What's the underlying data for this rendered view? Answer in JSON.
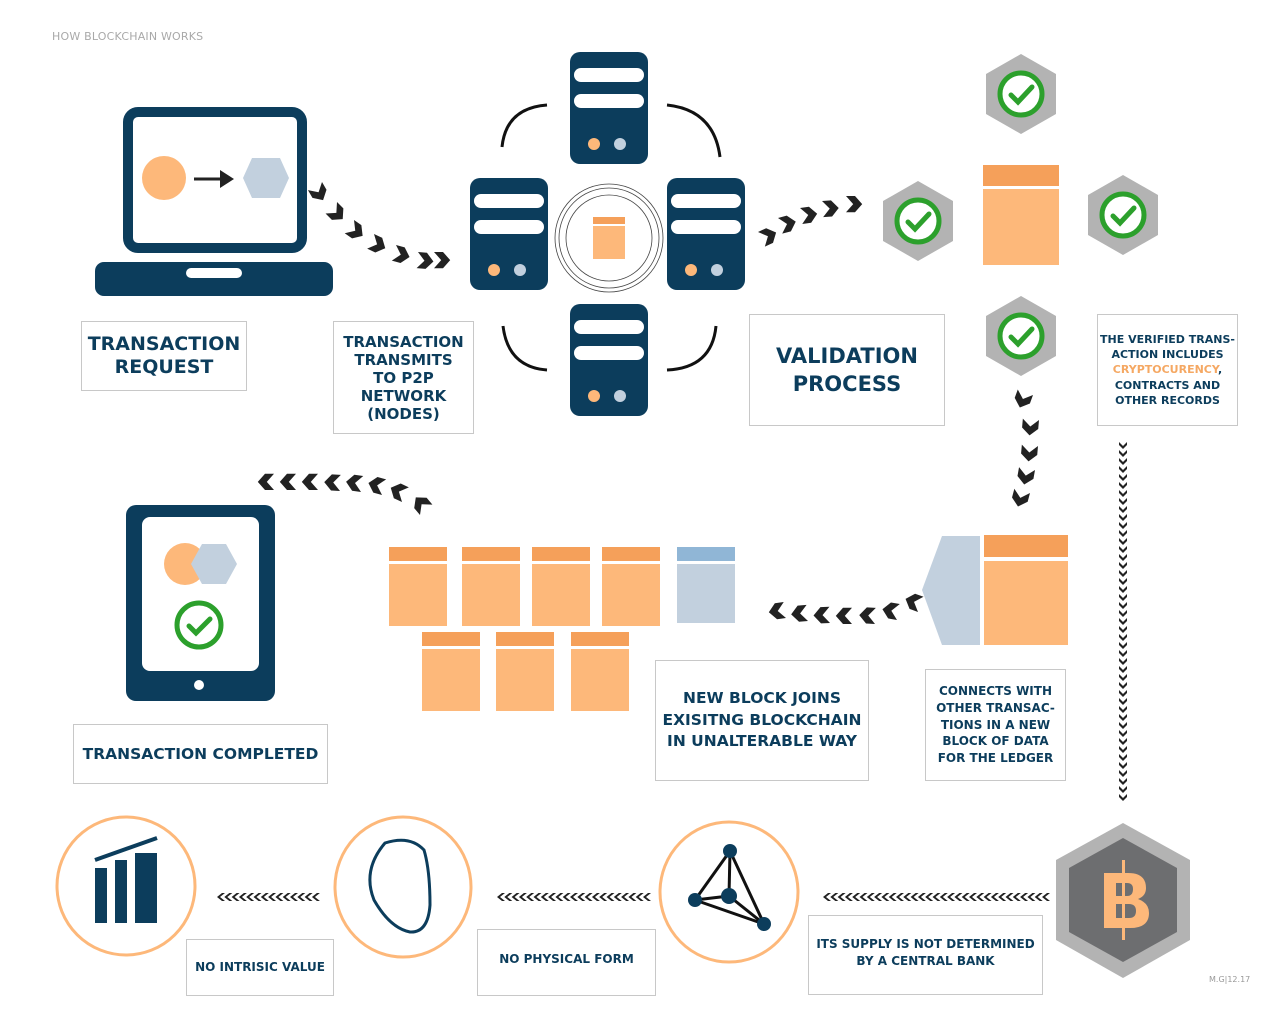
{
  "title": "HOW BLOCKCHAIN WORKS",
  "stamp": "M.G|12.17",
  "colors": {
    "navy": "#0c3d5c",
    "orange": "#fdb87a",
    "orange_dark": "#f5a05a",
    "light_blue_gray": "#c2d0de",
    "blue_header": "#90b6d6",
    "check_green": "#2ca02c",
    "hex_gray": "#b3b3b3",
    "hex_dark": "#6d6e70",
    "arrow_black": "#222222"
  },
  "steps": [
    {
      "id": "request",
      "label_lines": [
        "TRANSACTION",
        "REQUEST"
      ],
      "icon": "laptop-icon"
    },
    {
      "id": "transmit",
      "label_lines": [
        "TRANSACTION",
        "TRANSMITS",
        "TO P2P",
        "NETWORK",
        "(NODES)"
      ],
      "icon": "server-network-icon"
    },
    {
      "id": "validation",
      "label_lines": [
        "VALIDATION",
        "PROCESS"
      ],
      "icon": "validation-hexagons-icon"
    },
    {
      "id": "verified",
      "label_parts": {
        "line1": "THE VERIFIED TRANS-",
        "line2": "ACTION INCLUDES",
        "highlight": "CRYPTOCURENCY",
        "after_highlight": ",",
        "line4": "CONTRACTS AND",
        "line5": "OTHER RECORDS"
      }
    },
    {
      "id": "connects",
      "label_lines": [
        "CONNECTS WITH",
        "OTHER TRANSAC-",
        "TIONS IN A NEW",
        "BLOCK OF DATA",
        "FOR THE LEDGER"
      ],
      "icon": "new-block-icon"
    },
    {
      "id": "joins",
      "label_lines": [
        "NEW BLOCK JOINS",
        "EXISITNG BLOCKCHAIN",
        "IN UNALTERABLE WAY"
      ],
      "icon": "blockchain-icon"
    },
    {
      "id": "completed",
      "label_lines": [
        "TRANSACTION COMPLETED"
      ],
      "icon": "tablet-check-icon"
    }
  ],
  "properties": [
    {
      "id": "supply",
      "label_lines": [
        "ITS SUPPLY IS NOT DETERMINED",
        "BY A CENTRAL BANK"
      ],
      "icon": "decentralized-network-icon"
    },
    {
      "id": "physical",
      "label_lines": [
        "NO PHYSICAL FORM"
      ],
      "icon": "shapeless-outline-icon"
    },
    {
      "id": "intrinsic",
      "label_lines": [
        "NO INTRISIC VALUE"
      ],
      "icon": "bar-chart-icon"
    }
  ],
  "bitcoin_symbol": "bitcoin-icon"
}
